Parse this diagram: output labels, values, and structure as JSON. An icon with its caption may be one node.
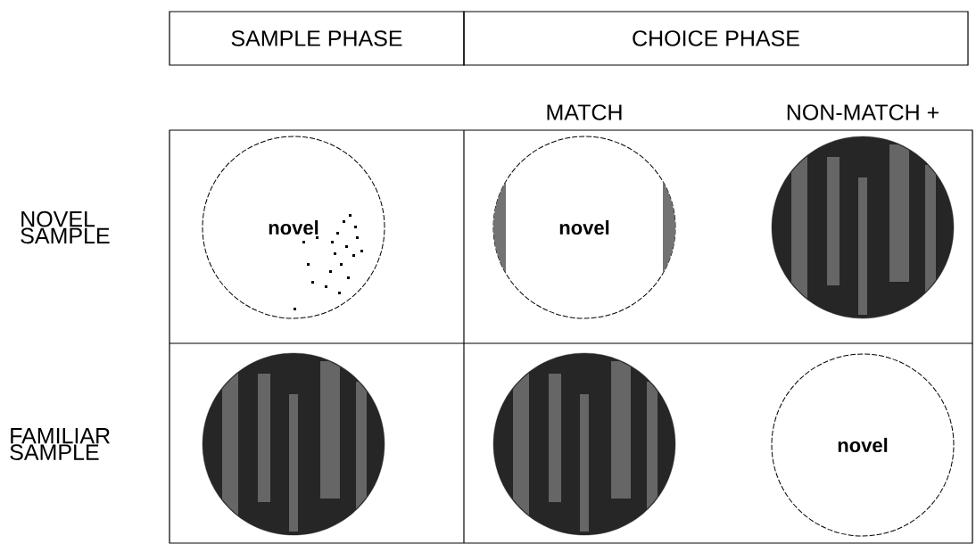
{
  "diagram": {
    "nodes": [
      {
        "text": [
          "SAMPLE PHASE"
        ]
      },
      {
        "text": [
          "CHOICE PHASE"
        ]
      },
      {
        "text": [
          "novel"
        ]
      },
      {
        "text": [
          "novel"
        ]
      },
      {
        "text": [],
        "shape": "circle"
      },
      {
        "text": [],
        "shape": "circle"
      },
      {
        "text": [],
        "shape": "circle"
      },
      {
        "text": [
          "novel"
        ]
      }
    ],
    "labels": [
      "MATCH",
      "NON-MATCH +",
      "NOVEL SAMPLE",
      "FAMILIAR SAMPLE"
    ]
  }
}
